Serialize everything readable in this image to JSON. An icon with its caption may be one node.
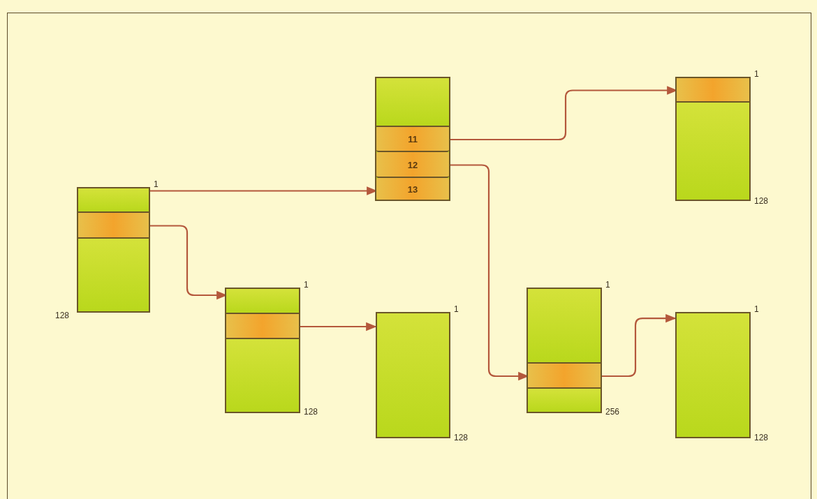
{
  "diagram": {
    "nodes": [
      {
        "text": [],
        "shape": "box",
        "beside": [
          "1",
          "128"
        ]
      },
      {
        "text": [],
        "shape": "box",
        "in": 0
      },
      {
        "text": [],
        "shape": "box",
        "in": 0
      },
      {
        "text": [],
        "shape": "box",
        "in": 0
      },
      {
        "text": [],
        "shape": "box"
      },
      {
        "text": [],
        "shape": "box",
        "in": 4
      },
      {
        "text": [
          "11"
        ],
        "in": 4
      },
      {
        "text": [
          "12"
        ],
        "in": 4
      },
      {
        "text": [
          "13"
        ],
        "in": 4
      },
      {
        "text": [],
        "shape": "box",
        "beside": [
          "1",
          "128"
        ]
      },
      {
        "text": [],
        "shape": "box",
        "in": 9
      },
      {
        "text": [],
        "shape": "box",
        "in": 9
      },
      {
        "text": [],
        "shape": "box",
        "beside": [
          "1",
          "128"
        ]
      },
      {
        "text": [],
        "shape": "box",
        "in": 12
      },
      {
        "text": [],
        "shape": "box",
        "in": 12
      },
      {
        "text": [],
        "shape": "box",
        "in": 12
      },
      {
        "text": [],
        "shape": "box",
        "beside": [
          "1",
          "128"
        ]
      },
      {
        "text": [],
        "shape": "box",
        "beside": [
          "1",
          "256"
        ]
      },
      {
        "text": [],
        "shape": "box",
        "in": 17
      },
      {
        "text": [],
        "shape": "box",
        "in": 17
      },
      {
        "text": [],
        "shape": "box",
        "in": 17
      },
      {
        "text": [],
        "shape": "box",
        "beside": [
          "1",
          "128"
        ]
      }
    ],
    "edges": [
      {
        "from": 1,
        "to": 8,
        "arrow": "to"
      },
      {
        "from": 2,
        "to": 13,
        "arrow": "to"
      },
      {
        "from": 6,
        "to": 10,
        "arrow": "to"
      },
      {
        "from": 7,
        "to": 19,
        "arrow": "to"
      },
      {
        "from": 14,
        "to": 16,
        "arrow": "to"
      },
      {
        "from": 19,
        "to": 21,
        "arrow": "to"
      }
    ]
  }
}
